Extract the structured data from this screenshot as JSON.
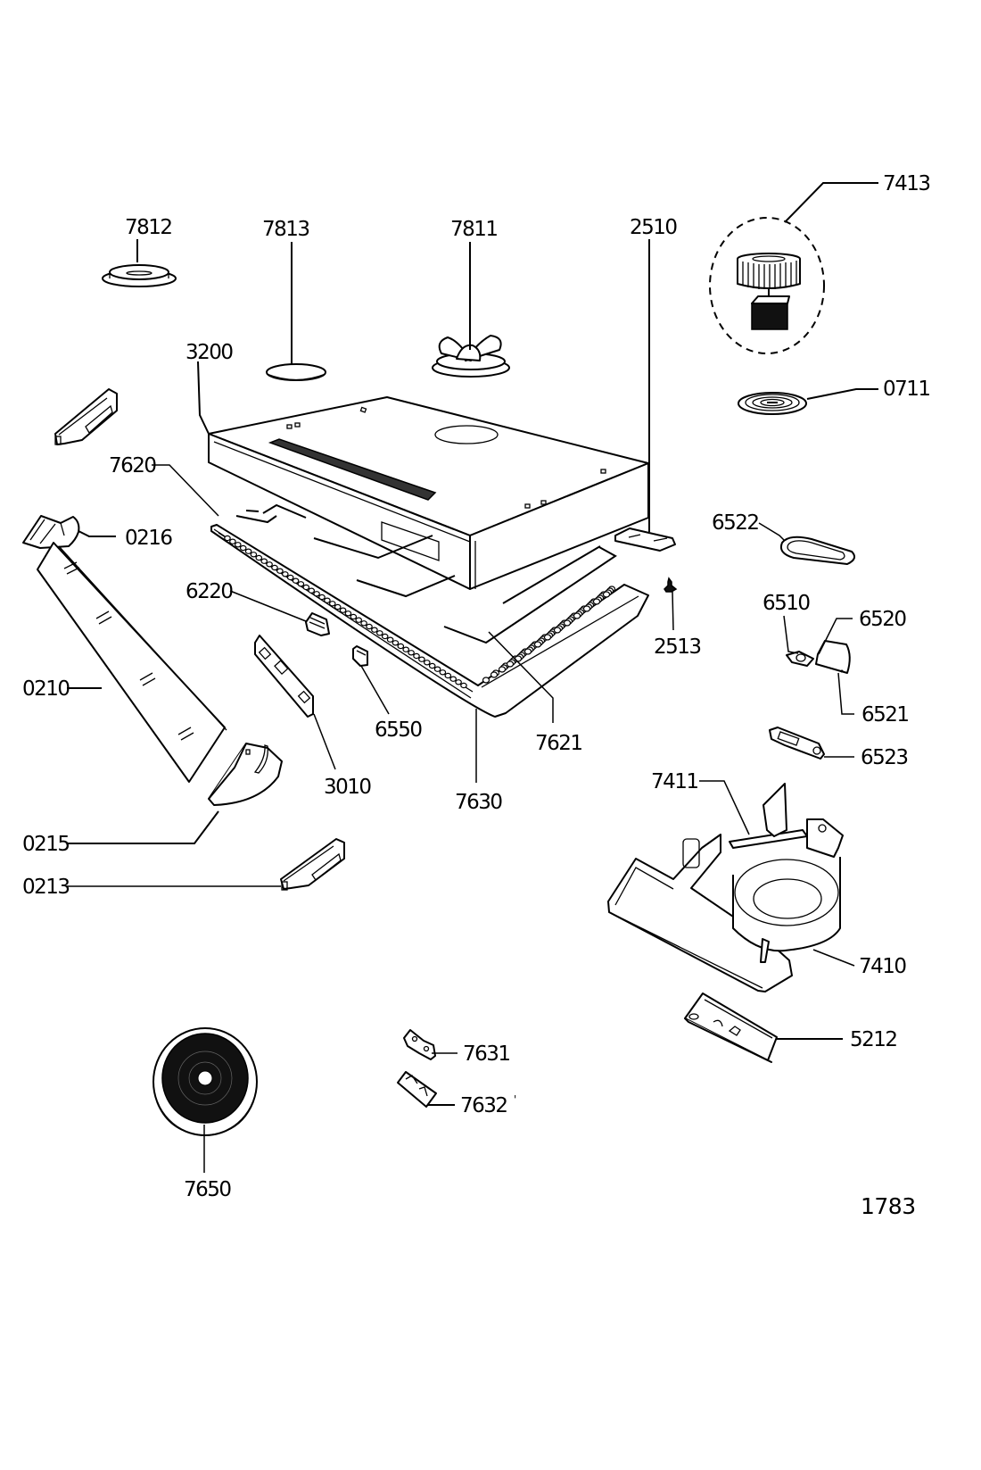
{
  "diagram": {
    "title": "Cooker hood exploded parts view",
    "drawing_number": "1783",
    "stray_mark": "'",
    "parts": [
      {
        "id": "7812",
        "description": "round filter cap (left)"
      },
      {
        "id": "7813",
        "description": "flat disc cover"
      },
      {
        "id": "7811",
        "description": "round vent with flaps"
      },
      {
        "id": "2510",
        "description": "slide rail"
      },
      {
        "id": "7413",
        "description": "motor & fan assembly (dashed group)"
      },
      {
        "id": "0711",
        "description": "grease filter disc"
      },
      {
        "id": "3200",
        "description": "hood body"
      },
      {
        "id": "7620",
        "description": "front filter frame"
      },
      {
        "id": "0216",
        "description": "left end cap"
      },
      {
        "id": "6522",
        "description": "lamp cover ring"
      },
      {
        "id": "6220",
        "description": "switch"
      },
      {
        "id": "2513",
        "description": "screw"
      },
      {
        "id": "6510",
        "description": "lamp bulb"
      },
      {
        "id": "6520",
        "description": "lamp holder"
      },
      {
        "id": "6521",
        "description": "lamp socket"
      },
      {
        "id": "0210",
        "description": "glass visor"
      },
      {
        "id": "6550",
        "description": "small switch"
      },
      {
        "id": "7621",
        "description": "filter sheet"
      },
      {
        "id": "3010",
        "description": "control panel"
      },
      {
        "id": "7630",
        "description": "perforated grease filter"
      },
      {
        "id": "6523",
        "description": "lamp connector"
      },
      {
        "id": "7411",
        "description": "fan housing strip"
      },
      {
        "id": "0215",
        "description": "right end cap"
      },
      {
        "id": "0213",
        "description": "bracket"
      },
      {
        "id": "7410",
        "description": "fan housing"
      },
      {
        "id": "5212",
        "description": "cable clamp"
      },
      {
        "id": "7631",
        "description": "clip"
      },
      {
        "id": "7632",
        "description": "clip plate"
      },
      {
        "id": "7650",
        "description": "charcoal filter"
      }
    ],
    "labels": {
      "l7812": "7812",
      "l7813": "7813",
      "l7811": "7811",
      "l2510": "2510",
      "l7413": "7413",
      "l0711": "0711",
      "l3200": "3200",
      "l7620": "7620",
      "l0216": "0216",
      "l6522": "6522",
      "l6220": "6220",
      "l2513": "2513",
      "l6510": "6510",
      "l6520": "6520",
      "l6521": "6521",
      "l0210": "0210",
      "l6550": "6550",
      "l7621": "7621",
      "l3010": "3010",
      "l7630": "7630",
      "l6523": "6523",
      "l7411": "7411",
      "l0215": "0215",
      "l0213": "0213",
      "l7410": "7410",
      "l5212": "5212",
      "l7631": "7631",
      "l7632": "7632",
      "l7650": "7650"
    }
  }
}
